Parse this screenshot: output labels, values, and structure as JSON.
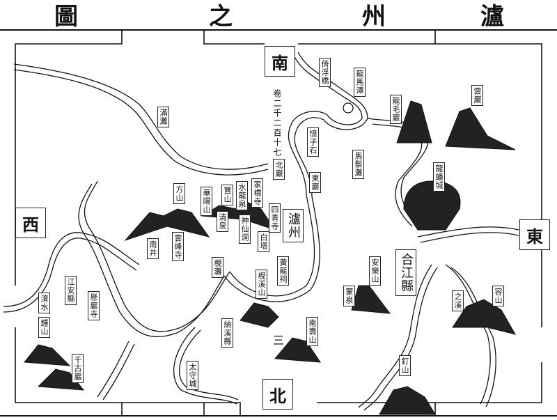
{
  "title": {
    "text": "瀘州之圖",
    "chars": [
      "圖",
      "之",
      "州",
      "瀘"
    ]
  },
  "directions": {
    "south": "南",
    "north": "北",
    "east": "東",
    "west": "西"
  },
  "page_note": "卷二千二百十七",
  "numeral_mark": "三",
  "labels": {
    "luzhou": "瀘州",
    "hejiang_county": "合江縣",
    "jiangan_county": "江安縣",
    "nasi_county": "納溪縣",
    "longma_tan": "龍馬潭",
    "qiaofu_jin": "倚浮橋",
    "longmao_yan": "龍毛巖",
    "yun_yan": "雲巖",
    "zhisheng_shi": "憶子石",
    "ma_jin": "馬鬃灘",
    "dong_yan": "東巖",
    "bei_yan": "北巖",
    "longhu_cheng": "龍蟠城",
    "man_tan": "滿灘",
    "fang_shan": "方山",
    "huayang_shan": "華陽山",
    "bao_shan": "寶山",
    "shuilong_quan": "水龍泉",
    "jiaqiao_si": "家橋寺",
    "qing_quan": "清泉",
    "shenxian_dong": "神仙洞",
    "siqing_si": "四青寺",
    "bai_ta": "白塔",
    "huanglong_ci": "黃龍祠",
    "nan_jing": "南井",
    "yunfeng_si": "雲峰寺",
    "li_tan": "梘灘",
    "huo_shan": "梘溪山",
    "nanshou_shan": "南壽山",
    "anle_shan": "安樂山",
    "meng_quan": "蒙泉",
    "zhi_xi": "之溪",
    "rong_shan": "容山",
    "ding_shan": "釘山",
    "xuanyan_si": "懸巖寺",
    "yu_shui": "淯水",
    "chu_shan": "鍾山",
    "qiangu_yan": "千古巖",
    "taishou_cheng": "太守城"
  },
  "colors": {
    "ink": "#111111",
    "paper": "#ffffff"
  }
}
